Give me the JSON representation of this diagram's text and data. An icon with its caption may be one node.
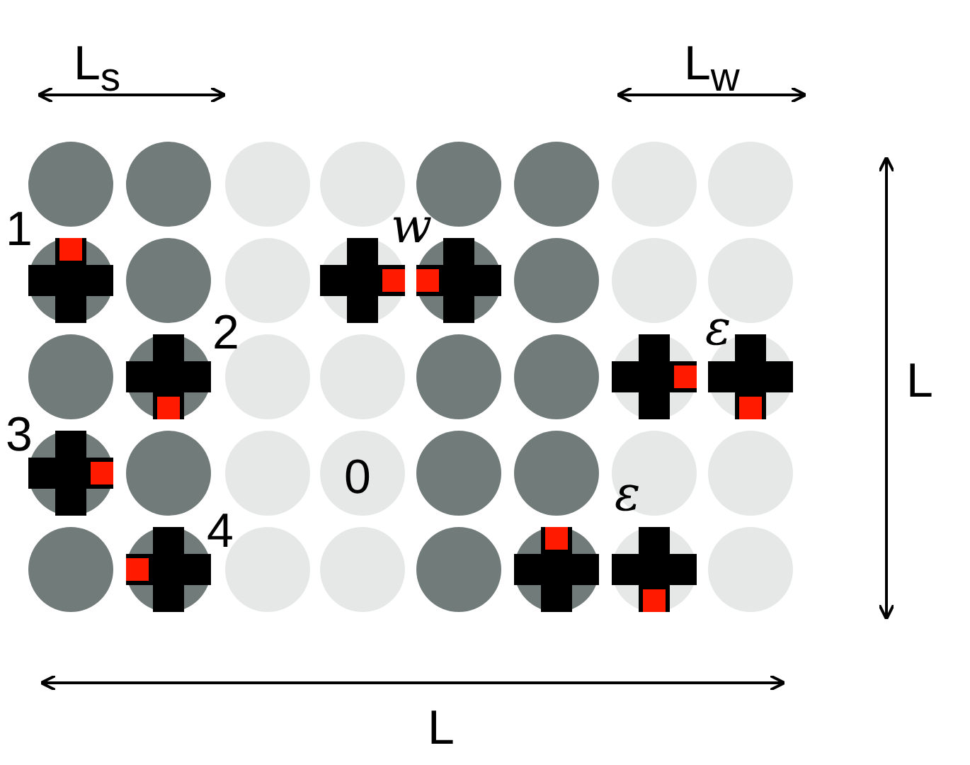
{
  "diagram": {
    "labels": [
      "L$_{s}$",
      "L$_{w}$",
      "1",
      "w",
      "2",
      "ε",
      "L",
      "3",
      "0",
      "4",
      "ε",
      "L"
    ]
  }
}
